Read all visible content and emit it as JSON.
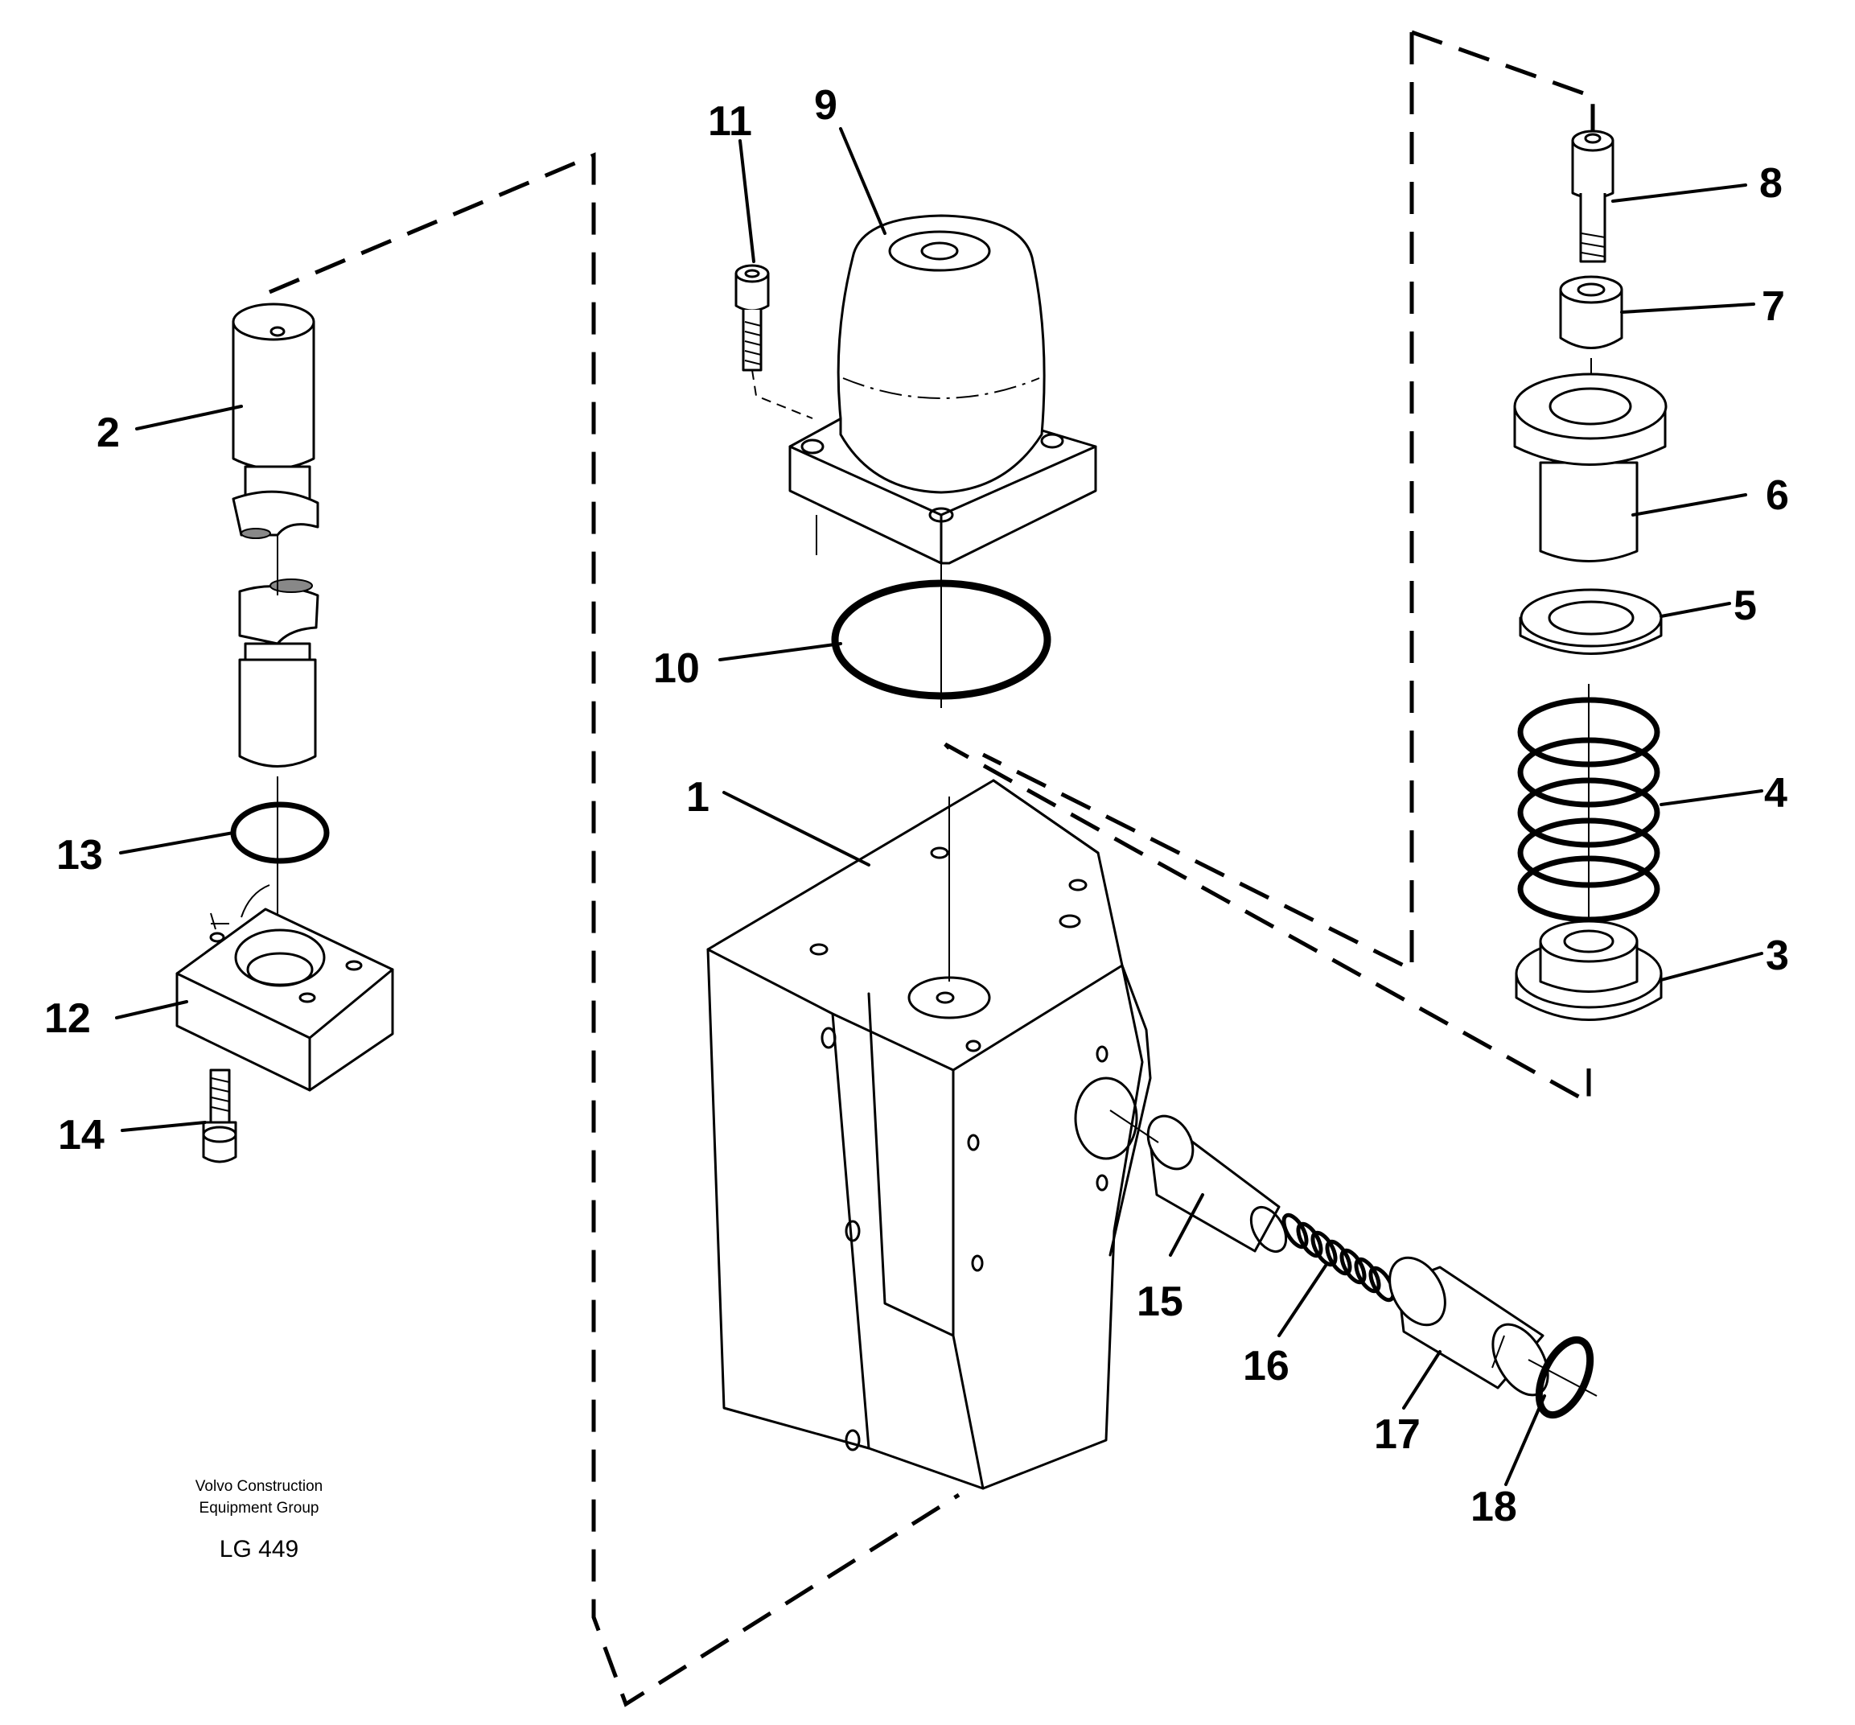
{
  "publisher": {
    "line1": "Volvo Construction",
    "line2": "Equipment Group"
  },
  "drawing_code": "LG 449",
  "callouts": [
    "1",
    "2",
    "3",
    "4",
    "5",
    "6",
    "7",
    "8",
    "9",
    "10",
    "11",
    "12",
    "13",
    "14",
    "15",
    "16",
    "17",
    "18"
  ]
}
